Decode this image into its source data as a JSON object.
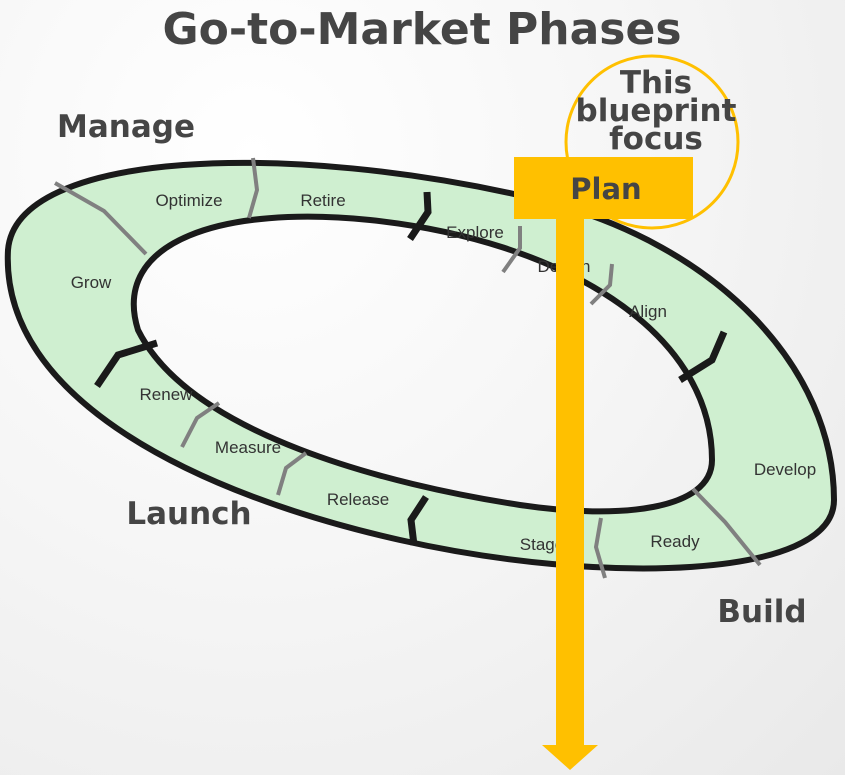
{
  "title": "Go-to-Market Phases",
  "focus_callout": {
    "lines": [
      "This",
      "blueprint",
      "focus"
    ]
  },
  "plan_label": "Plan",
  "phases": {
    "manage": "Manage",
    "launch": "Launch",
    "build": "Build"
  },
  "segments": {
    "optimize": "Optimize",
    "retire": "Retire",
    "explore": "Explore",
    "design": "Design",
    "align": "Align",
    "develop": "Develop",
    "ready": "Ready",
    "stage": "Stage",
    "release": "Release",
    "measure": "Measure",
    "renew": "Renew",
    "grow": "Grow"
  },
  "colors": {
    "ring_fill": "#cfefd0",
    "ring_stroke": "#1a1a1a",
    "minor_divider": "#808080",
    "accent": "#ffc000",
    "text": "#454545"
  }
}
